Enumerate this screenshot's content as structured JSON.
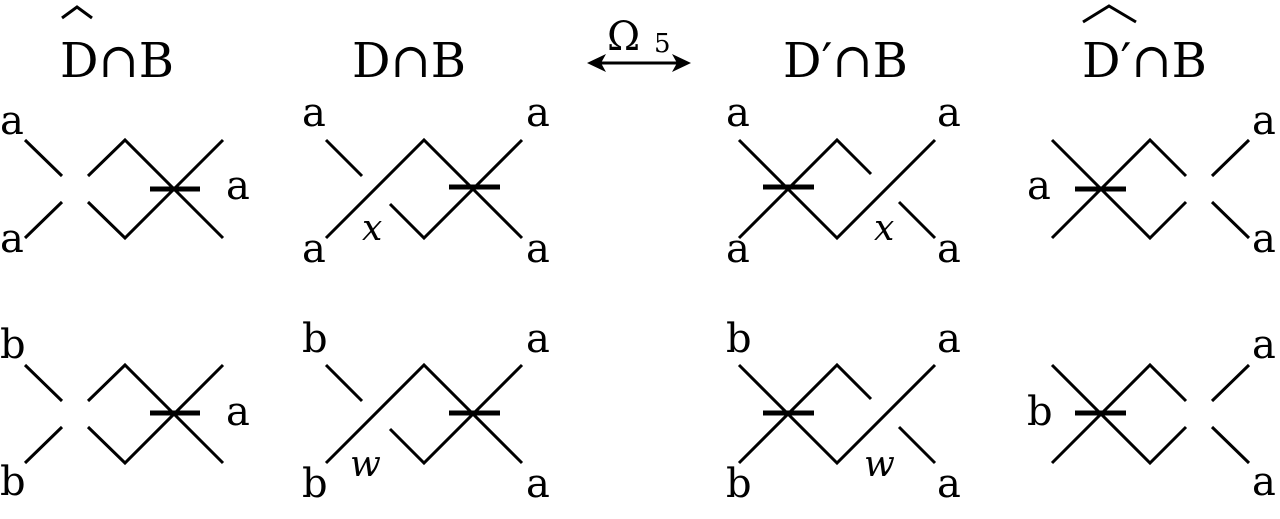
{
  "headers": {
    "col1": "D∩B",
    "col2": "D∩B",
    "col4": "D′∩B",
    "col5": "D′∩B",
    "move_label": "Ω",
    "move_subscript": "5"
  },
  "row1": {
    "col1": {
      "top_left": "a",
      "bottom_left": "a",
      "right": "a"
    },
    "col2": {
      "top_left": "a",
      "bottom_left": "a",
      "top_right": "a",
      "bottom_right": "a",
      "crossing": "x"
    },
    "col4": {
      "top_left": "a",
      "bottom_left": "a",
      "top_right": "a",
      "bottom_right": "a",
      "crossing": "x"
    },
    "col5": {
      "left": "a",
      "top_right": "a",
      "bottom_right": "a"
    }
  },
  "row2": {
    "col1": {
      "top_left": "b",
      "bottom_left": "b",
      "right": "a"
    },
    "col2": {
      "top_left": "b",
      "bottom_left": "b",
      "top_right": "a",
      "bottom_right": "a",
      "crossing": "w"
    },
    "col4": {
      "top_left": "b",
      "bottom_left": "b",
      "top_right": "a",
      "bottom_right": "a",
      "crossing": "w"
    },
    "col5": {
      "left": "b",
      "top_right": "a",
      "bottom_right": "a"
    }
  }
}
